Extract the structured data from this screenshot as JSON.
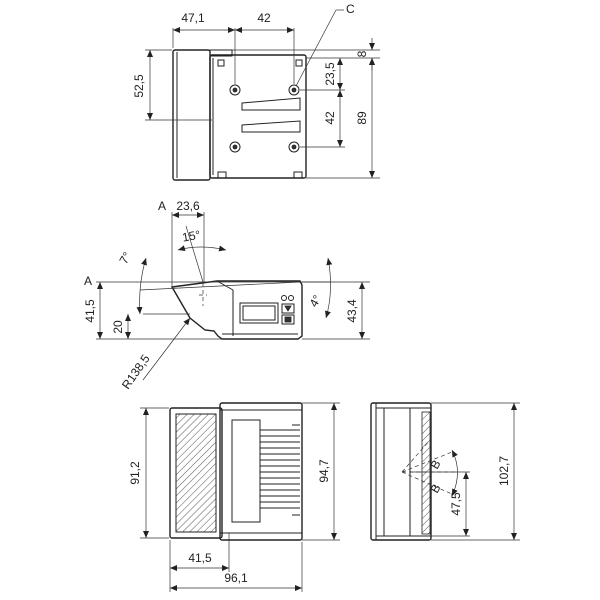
{
  "top_view": {
    "dim_w1": "47,1",
    "dim_w2": "42",
    "dim_h1": "52,5",
    "dim_8": "8",
    "dim_23_5": "23,5",
    "dim_42v": "42",
    "dim_89": "89",
    "callout_c": "C"
  },
  "side_view": {
    "label_a_top": "A",
    "dim_23_6": "23,6",
    "angle_15": "15°",
    "angle_7": "7°",
    "angle_4": "4°",
    "label_a_left": "A",
    "dim_41_5": "41,5",
    "dim_20": "20",
    "dim_43_4": "43,4",
    "radius": "R138,5"
  },
  "front_view": {
    "dim_91_2": "91,2",
    "dim_94_7": "94,7",
    "dim_41_5": "41,5",
    "dim_96_1": "96,1"
  },
  "right_view": {
    "label_b1": "B",
    "label_b2": "B",
    "dim_47_5": "47,5",
    "dim_102_7": "102,7"
  }
}
